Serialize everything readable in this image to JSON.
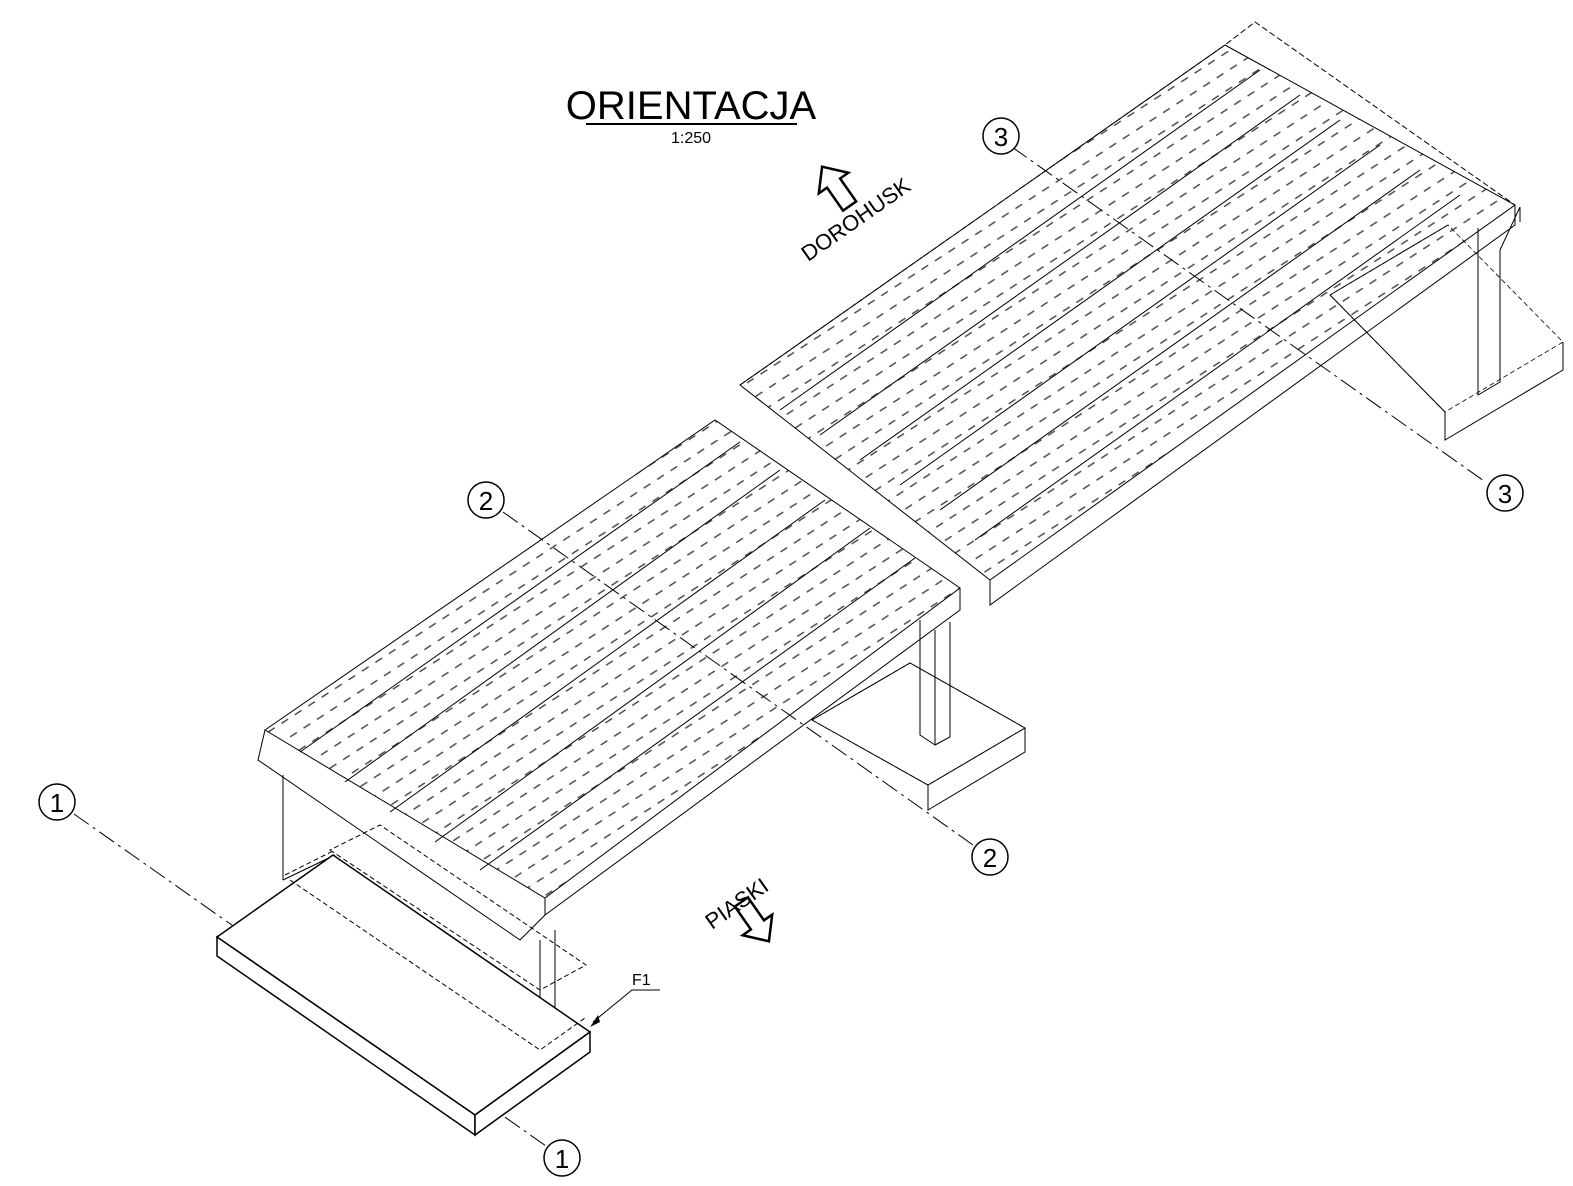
{
  "drawing": {
    "title": "ORIENTACJA",
    "scale": "1:250",
    "directions": {
      "north": "DOROHUSK",
      "south": "PIASKI"
    },
    "axes": [
      "1",
      "2",
      "3"
    ],
    "foundation_tag": "F1"
  },
  "colors": {
    "line": "#000000",
    "background": "#ffffff"
  },
  "icons": {
    "direction_arrow": "hollow-arrow-icon",
    "axis_marker": "circle-marker-icon"
  }
}
